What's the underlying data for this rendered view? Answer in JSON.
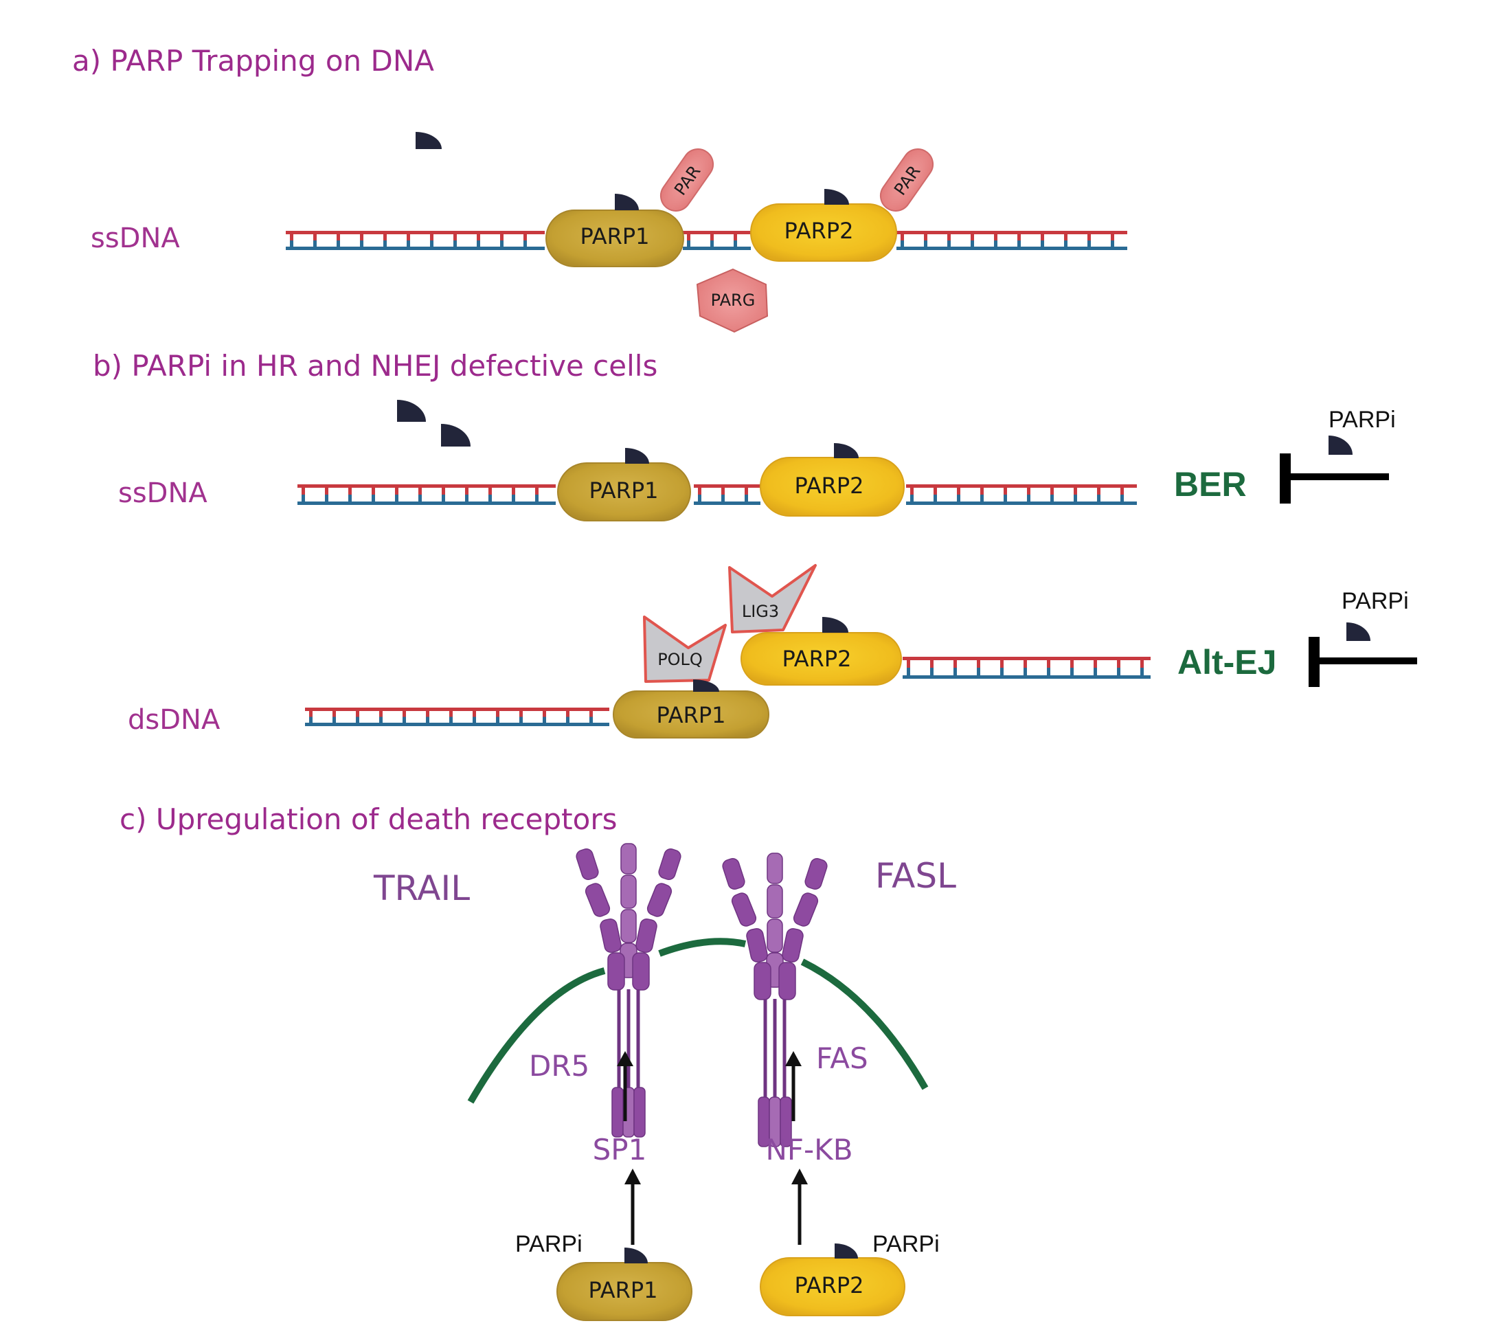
{
  "colors": {
    "title": "#9c2a8c",
    "dna_top": "#c8393f",
    "dna_bottom": "#2a6b94",
    "parp1": "#c9a73a",
    "parp2": "#f2c01e",
    "par": "#e98888",
    "inhibitor": "#22253a",
    "membrane": "#1c6a3e",
    "receptor": "#8e4aa0",
    "pathway": "#1c6a3e"
  },
  "panel_a": {
    "title": "a) PARP Trapping on DNA",
    "strand_label": "ssDNA",
    "parp1": "PARP1",
    "parp2": "PARP2",
    "par1": "PAR",
    "par2": "PAR",
    "parg": "PARG"
  },
  "panel_b": {
    "title": "b) PARPi in HR and NHEJ defective cells",
    "ss": {
      "strand_label": "ssDNA",
      "parp1": "PARP1",
      "parp2": "PARP2",
      "pathway": "BER",
      "inhibitor": "PARPi"
    },
    "ds": {
      "strand_label": "dsDNA",
      "parp1": "PARP1",
      "parp2": "PARP2",
      "polq": "POLQ",
      "lig3": "LIG3",
      "pathway": "Alt-EJ",
      "inhibitor": "PARPi"
    }
  },
  "panel_c": {
    "title": "c) Upregulation of death receptors",
    "ligand_left": "TRAIL",
    "ligand_right": "FASL",
    "receptor_left": "DR5",
    "receptor_right": "FAS",
    "tf_left": "SP1",
    "tf_right": "NF-KB",
    "parp_left": "PARP1",
    "parp_right": "PARP2",
    "inhibitor_left": "PARPi",
    "inhibitor_right": "PARPi"
  }
}
